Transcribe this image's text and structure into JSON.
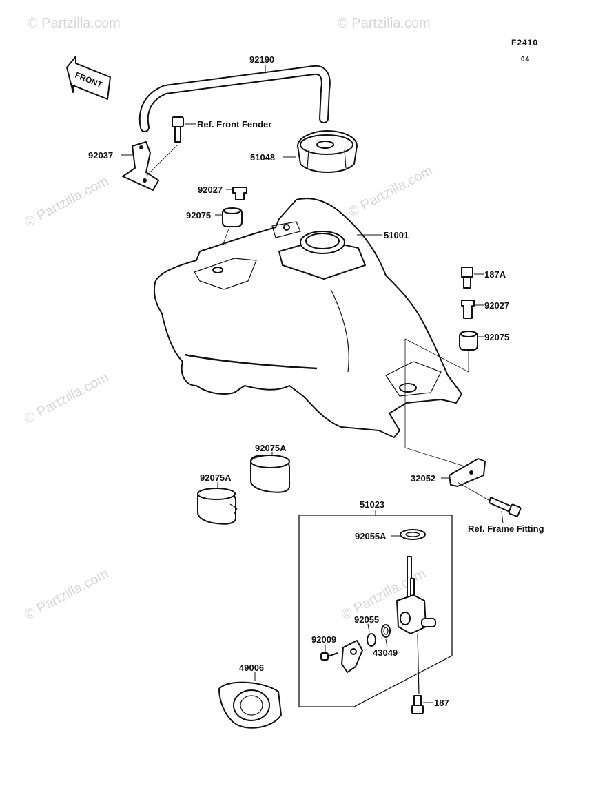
{
  "diagram": {
    "figure_code": "F2410",
    "figure_sub": "04",
    "front_label": "FRONT",
    "watermark": "© Partzilla.com",
    "parts": {
      "hose": "92190",
      "ref_front_fender": "Ref. Front Fender",
      "bracket_front": "92037",
      "cap": "51048",
      "collar_a": "92027",
      "damper_a": "92075",
      "tank": "51001",
      "bolt_187a": "187A",
      "collar_b": "92027",
      "damper_b": "92075",
      "damper_92075a_right": "92075A",
      "damper_92075a_left": "92075A",
      "bracket_rear": "32052",
      "ref_frame_fitting": "Ref. Frame Fitting",
      "cock_assy": "51023",
      "gasket_a": "92055A",
      "oring": "92055",
      "screw": "92009",
      "packing": "43049",
      "bolt_187": "187",
      "seal": "49006"
    }
  }
}
